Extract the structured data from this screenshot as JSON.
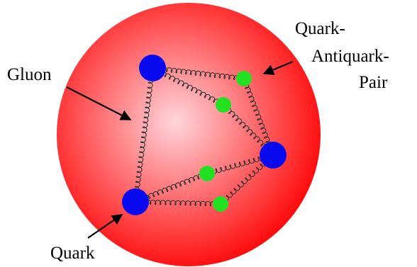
{
  "labels": {
    "gluon": "Gluon",
    "quark": "Quark",
    "pair_line1": "Quark-",
    "pair_line2": "Antiquark-",
    "pair_line3": "Pair"
  },
  "colors": {
    "sphere_center": "#ffd6dc",
    "sphere_edge": "#ff0000",
    "quark": "#0a0af0",
    "antiquark_pair": "#22e022",
    "gluon_line": "#333333",
    "text": "#000000"
  },
  "legend_items": [
    {
      "name": "quark-icon",
      "color_key": "quark"
    },
    {
      "name": "pair-particle-icon",
      "color_key": "antiquark_pair"
    }
  ]
}
